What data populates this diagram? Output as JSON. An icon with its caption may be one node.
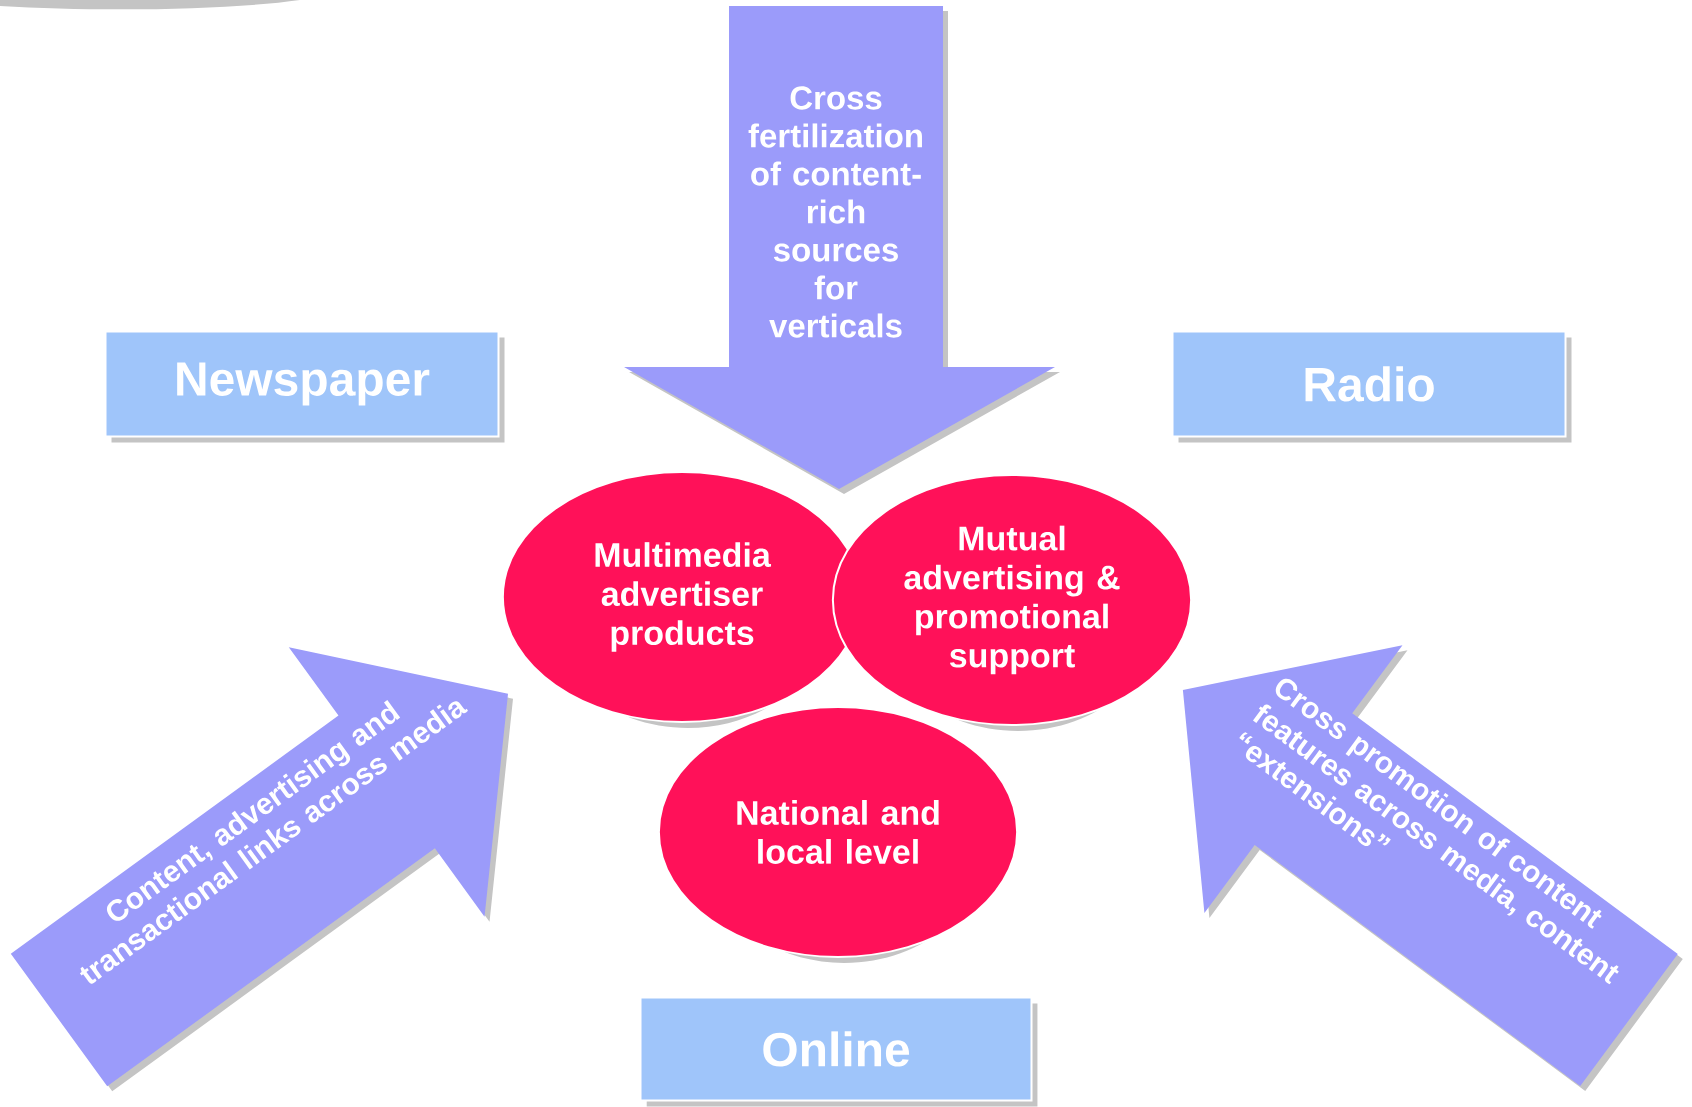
{
  "diagram": {
    "nodes": [
      {
        "text": [
          "Newspaper"
        ]
      },
      {
        "text": [
          "Radio"
        ]
      },
      {
        "text": [
          "Online"
        ]
      },
      {
        "text": [
          "Cross fertilization of content-rich sources for verticals"
        ]
      },
      {
        "text": [
          "Multimedia advertiser products"
        ]
      },
      {
        "text": [
          "Mutual advertising & promotional support"
        ]
      },
      {
        "text": [
          "National and local level"
        ]
      },
      {
        "text": [
          "Content, advertising and transactional links across media"
        ]
      },
      {
        "text": [
          "Cross promotion of content features across media, content “extensions”"
        ]
      }
    ]
  }
}
